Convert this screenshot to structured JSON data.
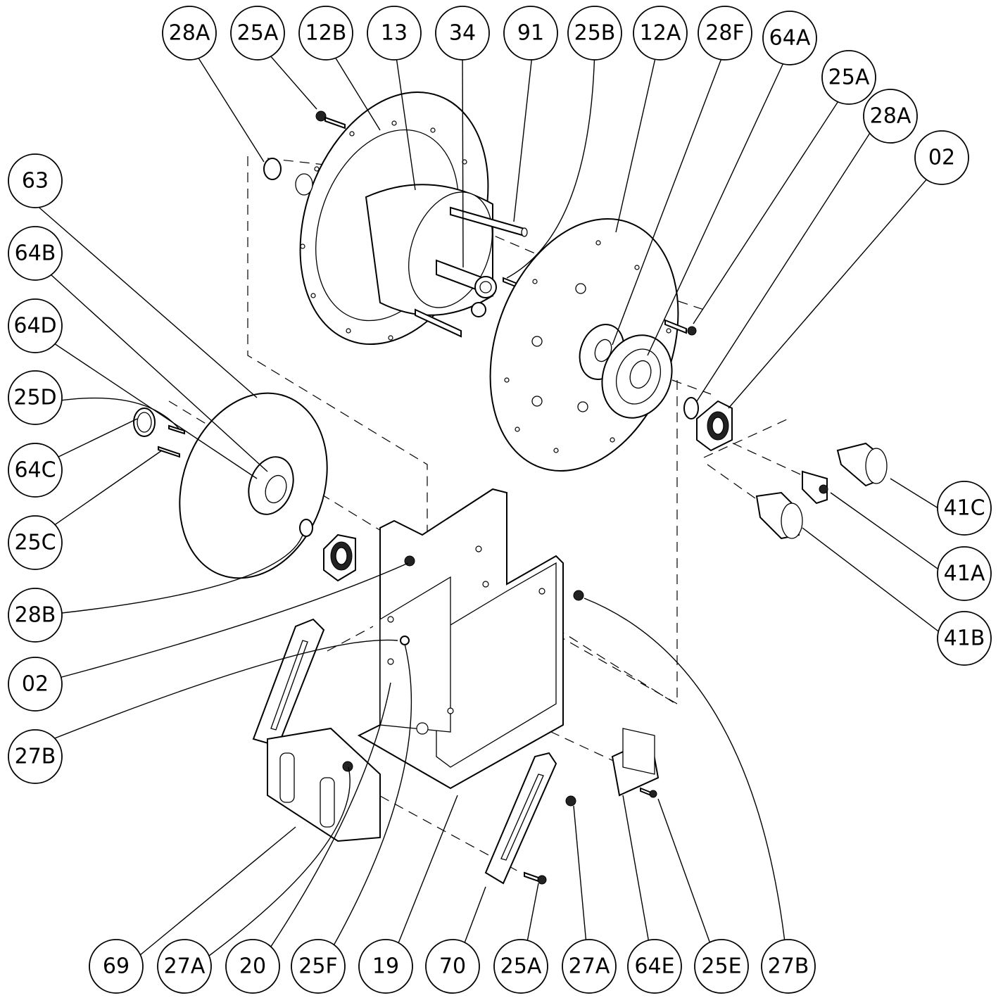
{
  "callouts": [
    {
      "id": "c-28A-top",
      "label": "28A"
    },
    {
      "id": "c-25A-top",
      "label": "25A"
    },
    {
      "id": "c-12B",
      "label": "12B"
    },
    {
      "id": "c-13",
      "label": "13"
    },
    {
      "id": "c-34",
      "label": "34"
    },
    {
      "id": "c-91",
      "label": "91"
    },
    {
      "id": "c-25B",
      "label": "25B"
    },
    {
      "id": "c-12A",
      "label": "12A"
    },
    {
      "id": "c-28F",
      "label": "28F"
    },
    {
      "id": "c-64A",
      "label": "64A"
    },
    {
      "id": "c-25A-right",
      "label": "25A"
    },
    {
      "id": "c-28A-right",
      "label": "28A"
    },
    {
      "id": "c-02-right",
      "label": "02"
    },
    {
      "id": "c-63",
      "label": "63"
    },
    {
      "id": "c-64B",
      "label": "64B"
    },
    {
      "id": "c-64D",
      "label": "64D"
    },
    {
      "id": "c-25D",
      "label": "25D"
    },
    {
      "id": "c-64C",
      "label": "64C"
    },
    {
      "id": "c-25C",
      "label": "25C"
    },
    {
      "id": "c-28B",
      "label": "28B"
    },
    {
      "id": "c-02-left",
      "label": "02"
    },
    {
      "id": "c-27B-left",
      "label": "27B"
    },
    {
      "id": "c-41C",
      "label": "41C"
    },
    {
      "id": "c-41A",
      "label": "41A"
    },
    {
      "id": "c-41B",
      "label": "41B"
    },
    {
      "id": "c-69",
      "label": "69"
    },
    {
      "id": "c-27A-bottom1",
      "label": "27A"
    },
    {
      "id": "c-20",
      "label": "20"
    },
    {
      "id": "c-25F",
      "label": "25F"
    },
    {
      "id": "c-19",
      "label": "19"
    },
    {
      "id": "c-70",
      "label": "70"
    },
    {
      "id": "c-25A-bottom",
      "label": "25A"
    },
    {
      "id": "c-27A-bottom2",
      "label": "27A"
    },
    {
      "id": "c-64E",
      "label": "64E"
    },
    {
      "id": "c-25E",
      "label": "25E"
    },
    {
      "id": "c-27B-bottom",
      "label": "27B"
    }
  ]
}
